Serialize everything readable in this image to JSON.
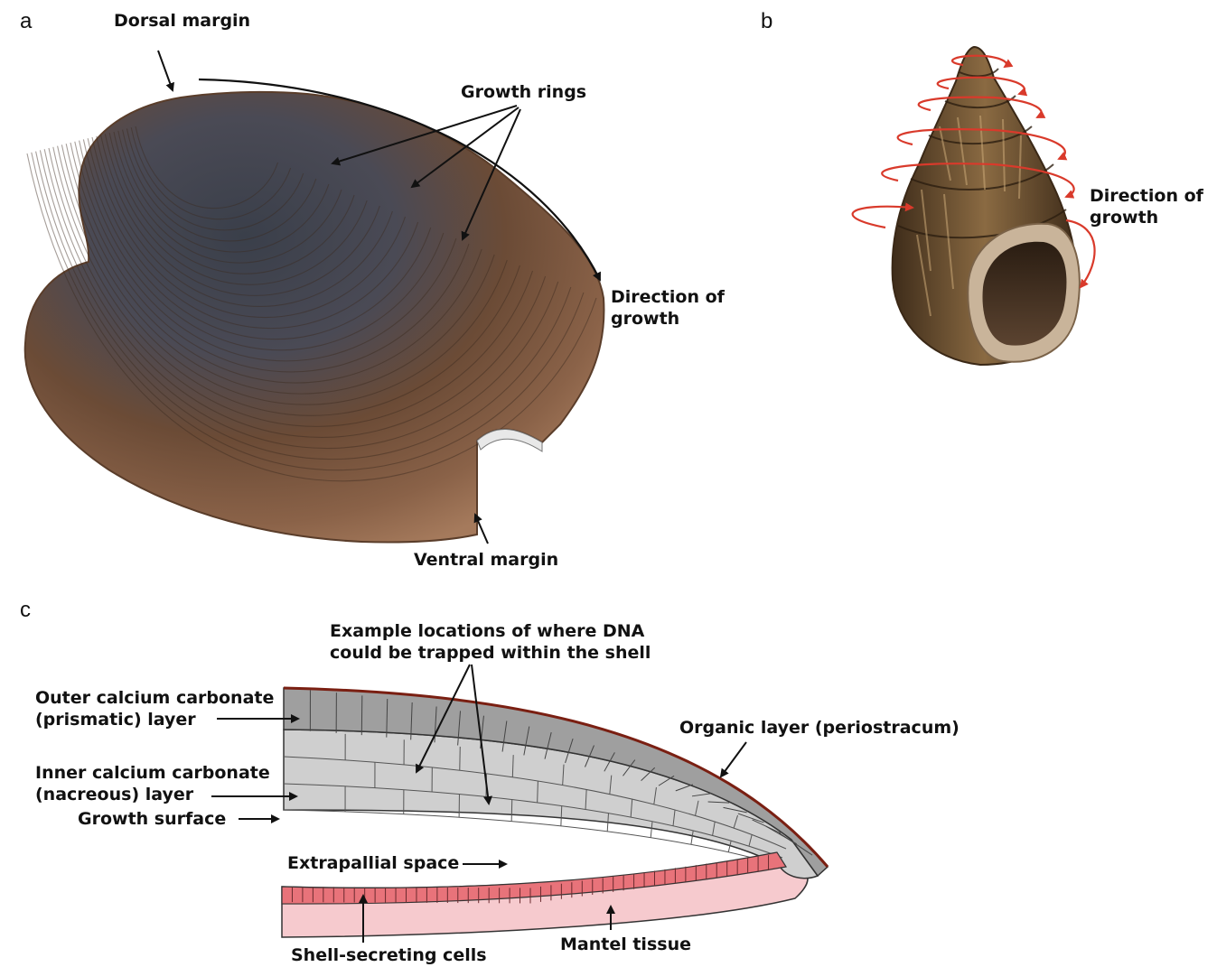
{
  "panels": {
    "a": {
      "letter": "a",
      "labels": {
        "dorsal_margin": "Dorsal margin",
        "growth_rings": "Growth rings",
        "direction_line1": "Direction of",
        "direction_line2": "growth",
        "ventral_margin": "Ventral margin"
      }
    },
    "b": {
      "letter": "b",
      "labels": {
        "direction_line1": "Direction of",
        "direction_line2": "growth"
      }
    },
    "c": {
      "letter": "c",
      "labels": {
        "dna_line1": "Example locations of where DNA",
        "dna_line2": "could be trapped within the shell",
        "outer_line1": "Outer calcium carbonate",
        "outer_line2": "(prismatic) layer",
        "inner_line1": "Inner calcium carbonate",
        "inner_line2": "(nacreous) layer",
        "growth_surface": "Growth surface",
        "organic_layer": "Organic layer (periostracum)",
        "extrapallial": "Extrapallial space",
        "shell_cells": "Shell-secreting cells",
        "mantel": "Mantel tissue"
      }
    }
  },
  "colors": {
    "clam_shell": "#6b4a33",
    "snail_shell": "#5a4028",
    "growth_arrow_red": "#d93a2b",
    "prismatic_grey": "#9a9a9a",
    "nacreous_grey": "#c9c9c9",
    "periostracum": "#7a1f12",
    "secreting_cells": "#e8737a",
    "mantle_tissue": "#f5c9cc"
  }
}
